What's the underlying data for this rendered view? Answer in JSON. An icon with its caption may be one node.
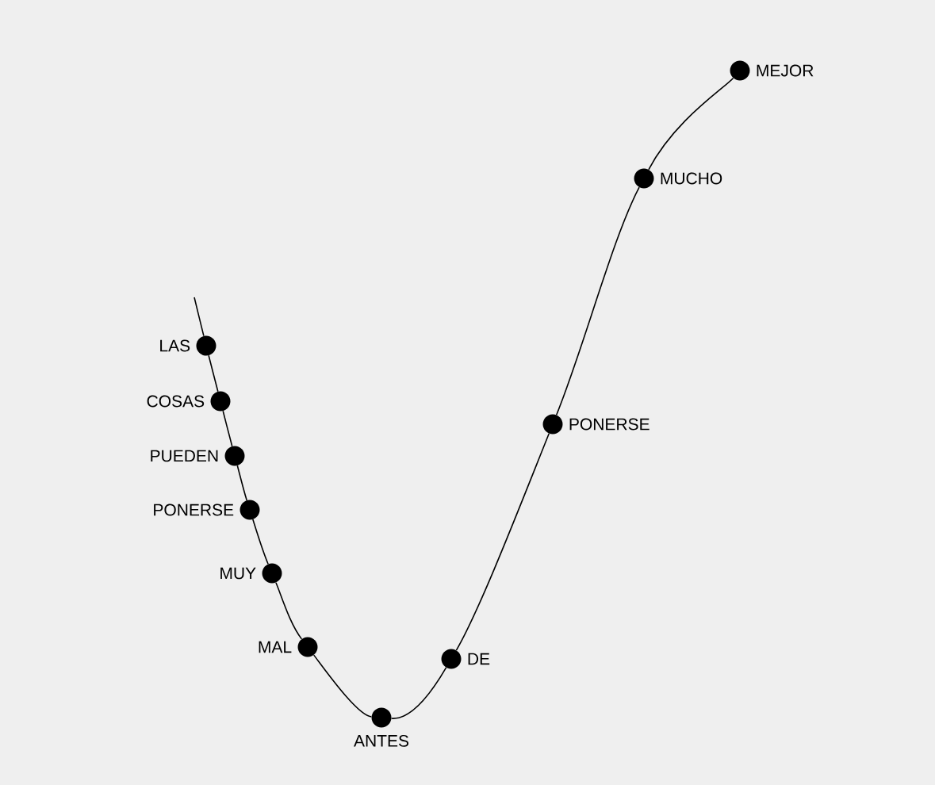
{
  "diagram": {
    "nodes": [
      {
        "text": [],
        "shape": "circle",
        "beside": [
          "LAS"
        ]
      },
      {
        "text": [],
        "shape": "circle",
        "beside": [
          "COSAS"
        ]
      },
      {
        "text": [],
        "shape": "circle",
        "beside": [
          "PUEDEN"
        ]
      },
      {
        "text": [],
        "shape": "circle",
        "beside": [
          "PONERSE"
        ]
      },
      {
        "text": [],
        "shape": "circle",
        "beside": [
          "MUY"
        ]
      },
      {
        "text": [],
        "shape": "circle",
        "beside": [
          "MAL"
        ]
      },
      {
        "text": [],
        "shape": "circle",
        "beside": [
          "ANTES"
        ]
      },
      {
        "text": [],
        "shape": "circle",
        "beside": [
          "DE"
        ]
      },
      {
        "text": [],
        "shape": "circle",
        "beside": [
          "PONERSE"
        ]
      },
      {
        "text": [],
        "shape": "circle",
        "beside": [
          "MUCHO"
        ]
      },
      {
        "text": [],
        "shape": "circle",
        "beside": [
          "MEJOR"
        ]
      }
    ],
    "edges": [
      {
        "from": null,
        "to": 0,
        "arrow": "none"
      },
      {
        "from": 0,
        "to": 1,
        "arrow": "none"
      },
      {
        "from": 1,
        "to": 2,
        "arrow": "none"
      },
      {
        "from": 2,
        "to": 3,
        "arrow": "none"
      },
      {
        "from": 3,
        "to": 4,
        "arrow": "none"
      },
      {
        "from": 4,
        "to": 5,
        "arrow": "none"
      },
      {
        "from": 5,
        "to": 6,
        "arrow": "none"
      },
      {
        "from": 6,
        "to": 7,
        "arrow": "none"
      },
      {
        "from": 7,
        "to": 8,
        "arrow": "none"
      },
      {
        "from": 8,
        "to": 9,
        "arrow": "none"
      },
      {
        "from": 9,
        "to": 10,
        "arrow": "none"
      }
    ]
  }
}
